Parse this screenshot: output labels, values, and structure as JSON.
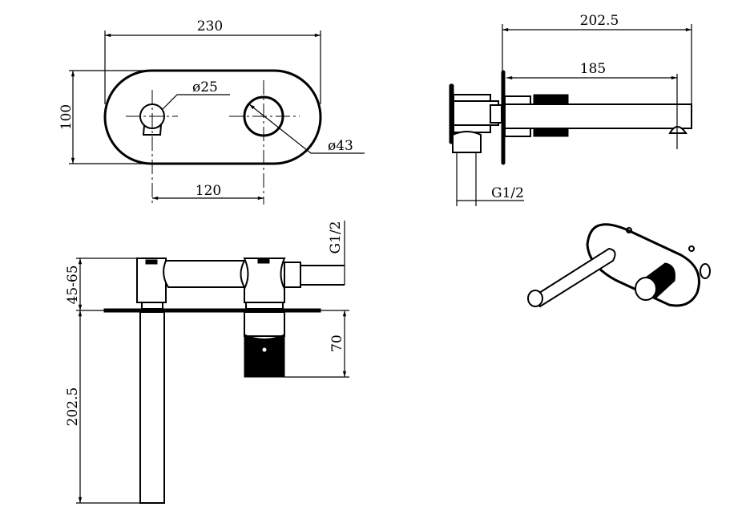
{
  "front_view": {
    "width_dim": "230",
    "height_dim": "100",
    "small_diameter": "ø25",
    "large_diameter": "ø43",
    "center_distance": "120"
  },
  "side_view": {
    "total_projection": "202.5",
    "spout_reach": "185",
    "inlet_thread": "G1/2"
  },
  "top_view": {
    "wall_depth": "45-65",
    "spout_length": "202.5",
    "handle_length": "70",
    "inlet_thread": "G1/2"
  }
}
